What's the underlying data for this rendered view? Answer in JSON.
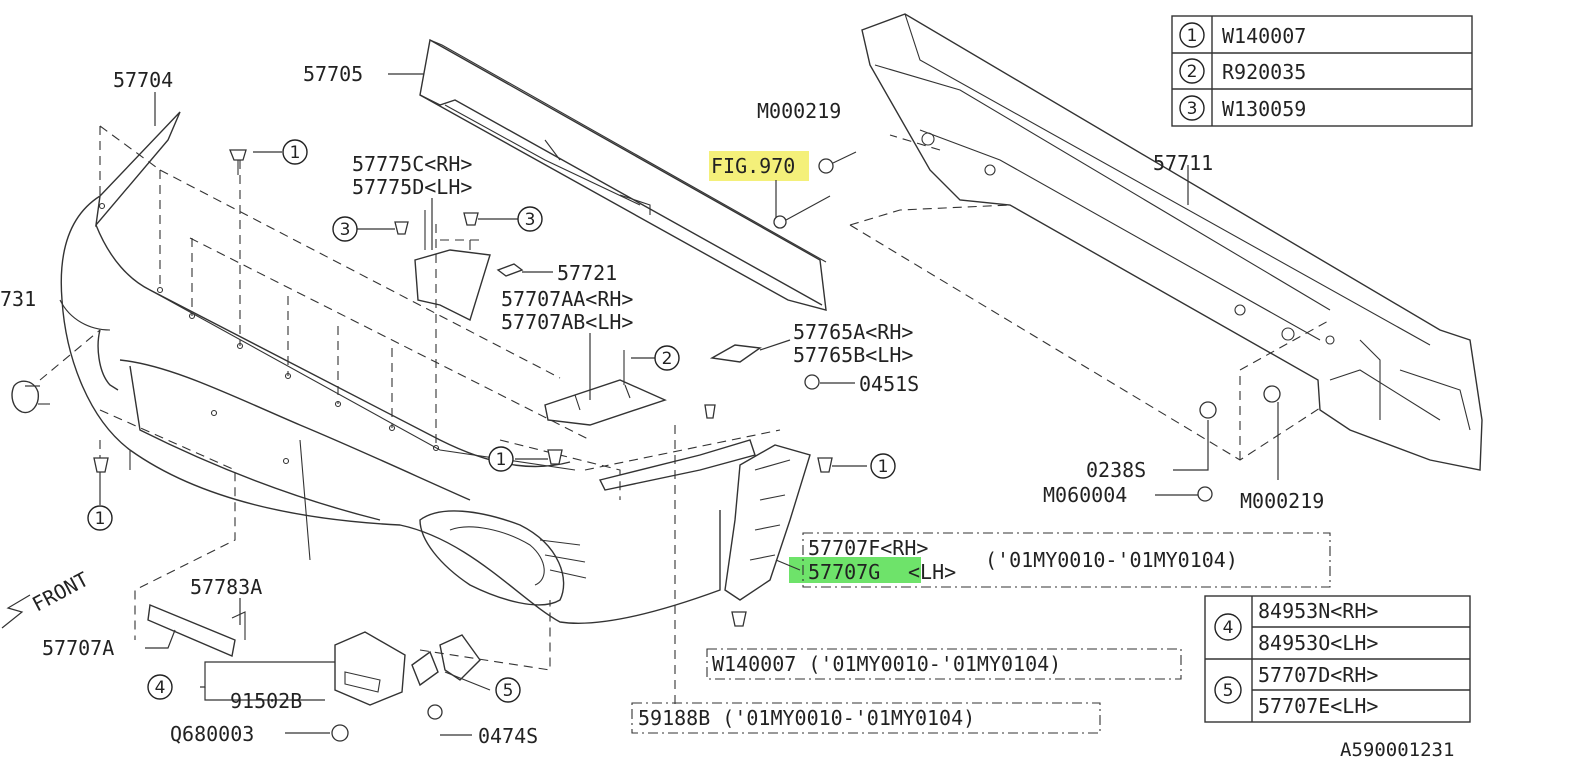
{
  "figure_id": "A590001231",
  "highlights": {
    "yellow": "#f4f07a",
    "green": "#6ee36a"
  },
  "labels": {
    "p57704": "57704",
    "p57705": "57705",
    "p57731": "731",
    "p57775c": "57775C<RH>",
    "p57775d": "57775D<LH>",
    "p57721": "57721",
    "p57707aa": "57707AA<RH>",
    "p57707ab": "57707AB<LH>",
    "m000219_top": "M000219",
    "fig970": "FIG.970",
    "p57711": "57711",
    "p57765a": "57765A<RH>",
    "p57765b": "57765B<LH>",
    "p0451s": "0451S",
    "p0238s": "0238S",
    "m060004": "M060004",
    "m000219_bot": "M000219",
    "p57707f": "57707F<RH>",
    "p57707g": "57707G",
    "p57707g_side": "<LH>",
    "range_57707": "('01MY0010-'01MY0104)",
    "front": "FRONT",
    "p57783a": "57783A",
    "p57707a": "57707A",
    "p91502b": "91502B",
    "q680003": "Q680003",
    "p0474s": "0474S",
    "w140007_note": "W140007 ('01MY0010-'01MY0104)",
    "p59188b_note": "59188B ('01MY0010-'01MY0104)"
  },
  "callouts": {
    "c1": "1",
    "c2": "2",
    "c3": "3",
    "c4": "4",
    "c5": "5"
  },
  "ref_table": [
    {
      "num": "1",
      "part": "W140007"
    },
    {
      "num": "2",
      "part": "R920035"
    },
    {
      "num": "3",
      "part": "W130059"
    }
  ],
  "variant_table": [
    {
      "num": "4",
      "parts": [
        "84953N<RH>",
        "84953O<LH>"
      ]
    },
    {
      "num": "5",
      "parts": [
        "57707D<RH>",
        "57707E<LH>"
      ]
    }
  ]
}
